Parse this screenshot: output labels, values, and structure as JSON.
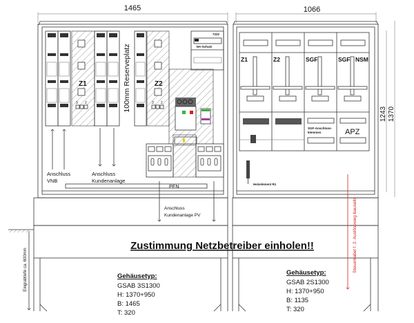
{
  "dimensions": {
    "left_width": "1465",
    "right_width": "1066",
    "inner_height": "1243",
    "outer_height": "1370",
    "burial_depth": "Eingrabtiefe ca. 600mm"
  },
  "left_cabinet": {
    "reserve_label": "100mm Reserveplatz",
    "meter1": "Z1",
    "meter2": "Z2",
    "na_code": "7222",
    "na_label": "NA-Schutz",
    "terminal_a": "3",
    "terminal_b": "2",
    "arrow_vnb": [
      "Anschluss",
      "VNB"
    ],
    "arrow_kunde": [
      "Anschluss",
      "Kundenanlage"
    ],
    "arrow_pv": [
      "Anschluss",
      "Kundenanlage PV"
    ],
    "pen_label": "PEN"
  },
  "right_cabinet": {
    "columns": [
      "Z1",
      "Z2",
      "SGF",
      "SGF"
    ],
    "nsm_label": "NSM",
    "sgf_terminals": [
      "SGF-Anschluss-",
      "klemmen"
    ],
    "apz_label": "APZ",
    "heater_label": "Heizelement R1"
  },
  "notice": "Zustimmung Netzbetreiber einholen!!",
  "control_cable_note": "Steuerkabel f. 2. Auslöseweg bauseits",
  "housing_left": {
    "heading": "Gehäusetyp:",
    "type": "GSAB 3S1300",
    "height": "H: 1370+950",
    "width": "B: 1465",
    "depth": "T: 320"
  },
  "housing_right": {
    "heading": "Gehäusetyp:",
    "type": "GSAB 2S1300",
    "height": "H: 1370+950",
    "width": "B: 1135",
    "depth": "T: 320"
  },
  "colors": {
    "line": "#333333",
    "note_red": "#d62020",
    "hatch": "#555555"
  }
}
